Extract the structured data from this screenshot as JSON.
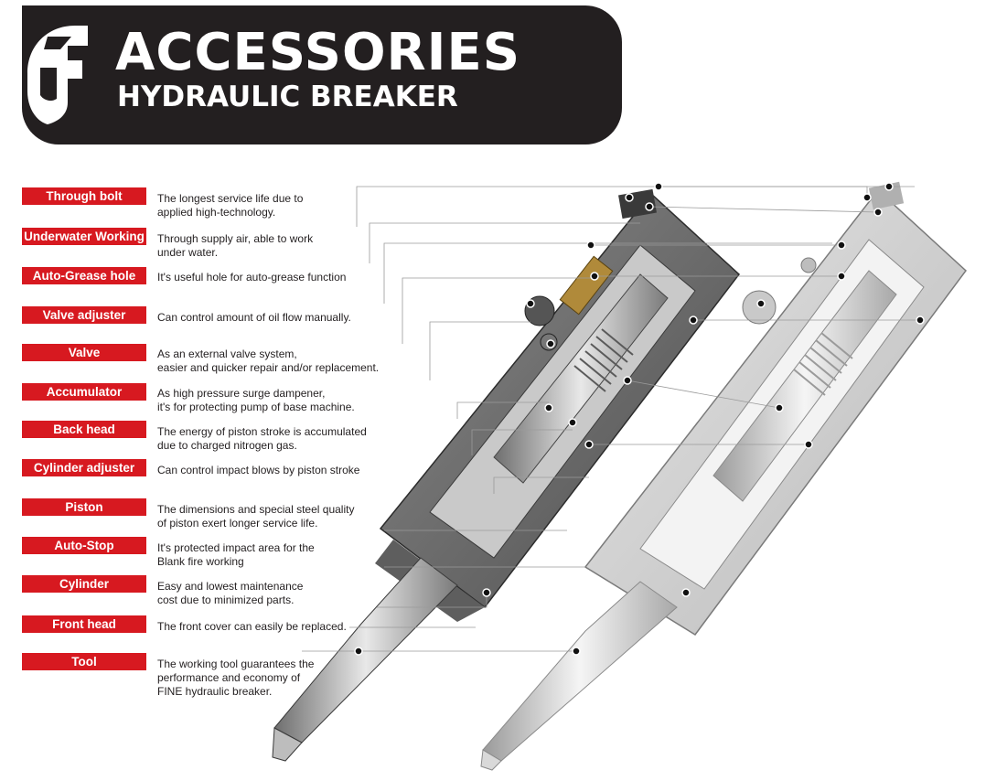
{
  "header": {
    "title": "ACCESSORIES",
    "subtitle": "HYDRAULIC BREAKER",
    "colors": {
      "banner": "#231f20",
      "label_red": "#d71920",
      "text": "#231f20"
    },
    "logo_icon": "brand-logo-icon"
  },
  "parts": [
    {
      "label": "Through bolt",
      "desc": [
        "The longest service life due to",
        "applied high-technology."
      ]
    },
    {
      "label": "Underwater Working",
      "desc": [
        "Through supply air, able to work",
        "under water."
      ]
    },
    {
      "label": "Auto-Grease hole",
      "desc": [
        "It's useful hole for auto-grease function"
      ]
    },
    {
      "label": "Valve adjuster",
      "desc": [
        "Can control amount of oil flow manually."
      ]
    },
    {
      "label": "Valve",
      "desc": [
        "As an external valve system,",
        "easier and quicker repair and/or replacement."
      ]
    },
    {
      "label": "Accumulator",
      "desc": [
        "As high pressure surge dampener,",
        "it's for protecting pump of base machine."
      ]
    },
    {
      "label": "Back head",
      "desc": [
        "The energy of piston stroke is accumulated",
        "due to charged nitrogen gas."
      ]
    },
    {
      "label": "Cylinder adjuster",
      "desc": [
        "Can control impact blows by piston stroke"
      ]
    },
    {
      "label": "Piston",
      "desc": [
        "The dimensions and special steel quality",
        "of piston exert longer service life."
      ]
    },
    {
      "label": "Auto-Stop",
      "desc": [
        "It's protected impact area for the",
        "Blank fire working"
      ]
    },
    {
      "label": "Cylinder",
      "desc": [
        "Easy and lowest maintenance",
        "cost due to minimized parts."
      ]
    },
    {
      "label": "Front head",
      "desc": [
        "The front cover can easily be replaced."
      ]
    },
    {
      "label": "Tool",
      "desc": [
        "The working tool guarantees the",
        "performance and economy of",
        "FINE hydraulic breaker."
      ]
    }
  ]
}
